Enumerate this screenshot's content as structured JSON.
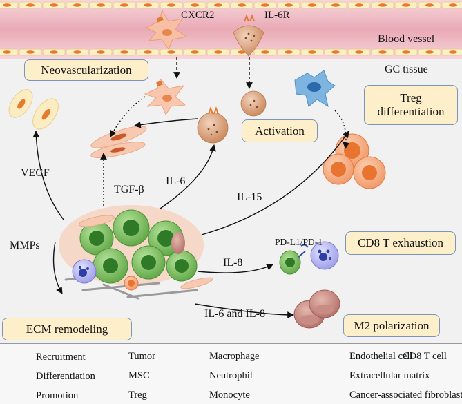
{
  "top_labels": {
    "cxcr2": "CXCR2",
    "il6r": "IL-6R",
    "blood_vessel": "Blood vessel",
    "gc_tissue": "GC  tissue"
  },
  "boxes": {
    "neovascularization": "Neovascularization",
    "activation": "Activation",
    "treg_differentiation_line1": "Treg",
    "treg_differentiation_line2": "differentiation",
    "cd8_exhaustion": "CD8 T exhaustion",
    "ecm_remodeling": "ECM remodeling",
    "m2_polarization": "M2 polarization"
  },
  "arrow_labels": {
    "vegf": "VEGF",
    "tgf_beta": "TGF-β",
    "il6": "IL-6",
    "il15": "IL-15",
    "pdl1_pd1": "PD-L1/PD-1",
    "mmps": "MMPs",
    "il8": "IL-8",
    "il6_il8": "IL-6 and IL-8"
  },
  "legend": {
    "recruitment": "Recruitment",
    "differentiation": "Differentiation",
    "promotion": "Promotion",
    "tumor": "Tumor",
    "msc": "MSC",
    "treg": "Treg",
    "macrophage": "Macrophage",
    "neutrophil": "Neutrophil",
    "monocyte": "Monocyte",
    "endothelial_cell": "Endothelial cell",
    "extracellular_matrix": "Extracellular matrix",
    "caf": "Cancer-associated fibroblast",
    "cd8_t_cell": "CD8 T cell"
  },
  "colors": {
    "vessel": "#f3c7cf",
    "tumor": "#7dbf5e",
    "msc": "#f6b89a",
    "treg": "#f39a66",
    "macrophage": "#c98c84",
    "neutrophil": "#d59b75",
    "monocyte": "#6aa7d6",
    "endothelial": "#f7e2a8",
    "cd8": "#a9a9f0",
    "box_fill": "#fdefc9",
    "box_border": "#7d94bb"
  }
}
